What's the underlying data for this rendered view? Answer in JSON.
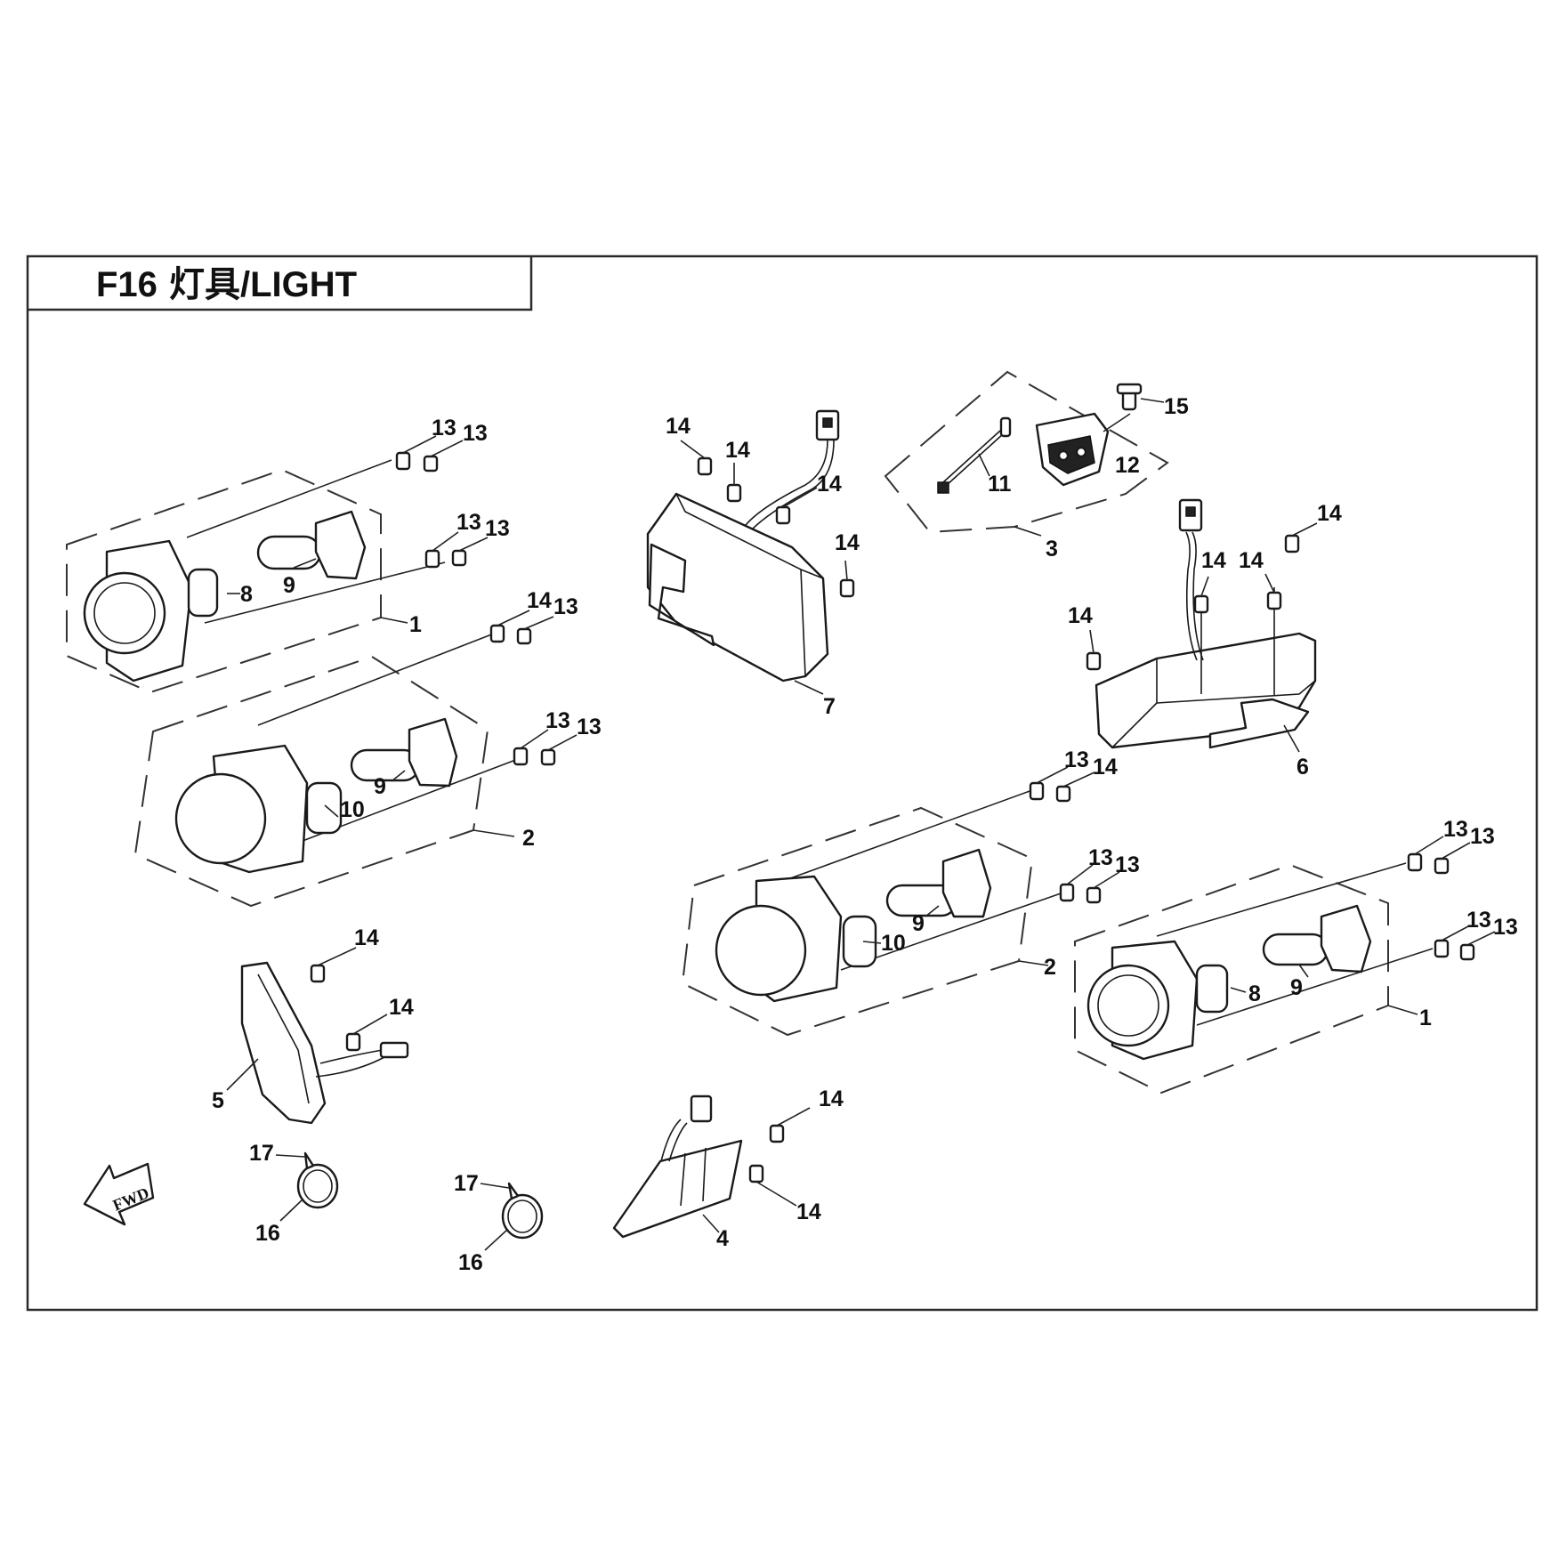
{
  "title": {
    "code": "F16",
    "name": "灯具/LIGHT"
  },
  "direction_label": "FWD",
  "callouts": {
    "c1": "1",
    "c2": "2",
    "c3": "3",
    "c4": "4",
    "c5": "5",
    "c6": "6",
    "c7": "7",
    "c8": "8",
    "c9": "9",
    "c10": "10",
    "c11": "11",
    "c12": "12",
    "c13": "13",
    "c14": "14",
    "c15": "15",
    "c16": "16",
    "c17": "17"
  }
}
